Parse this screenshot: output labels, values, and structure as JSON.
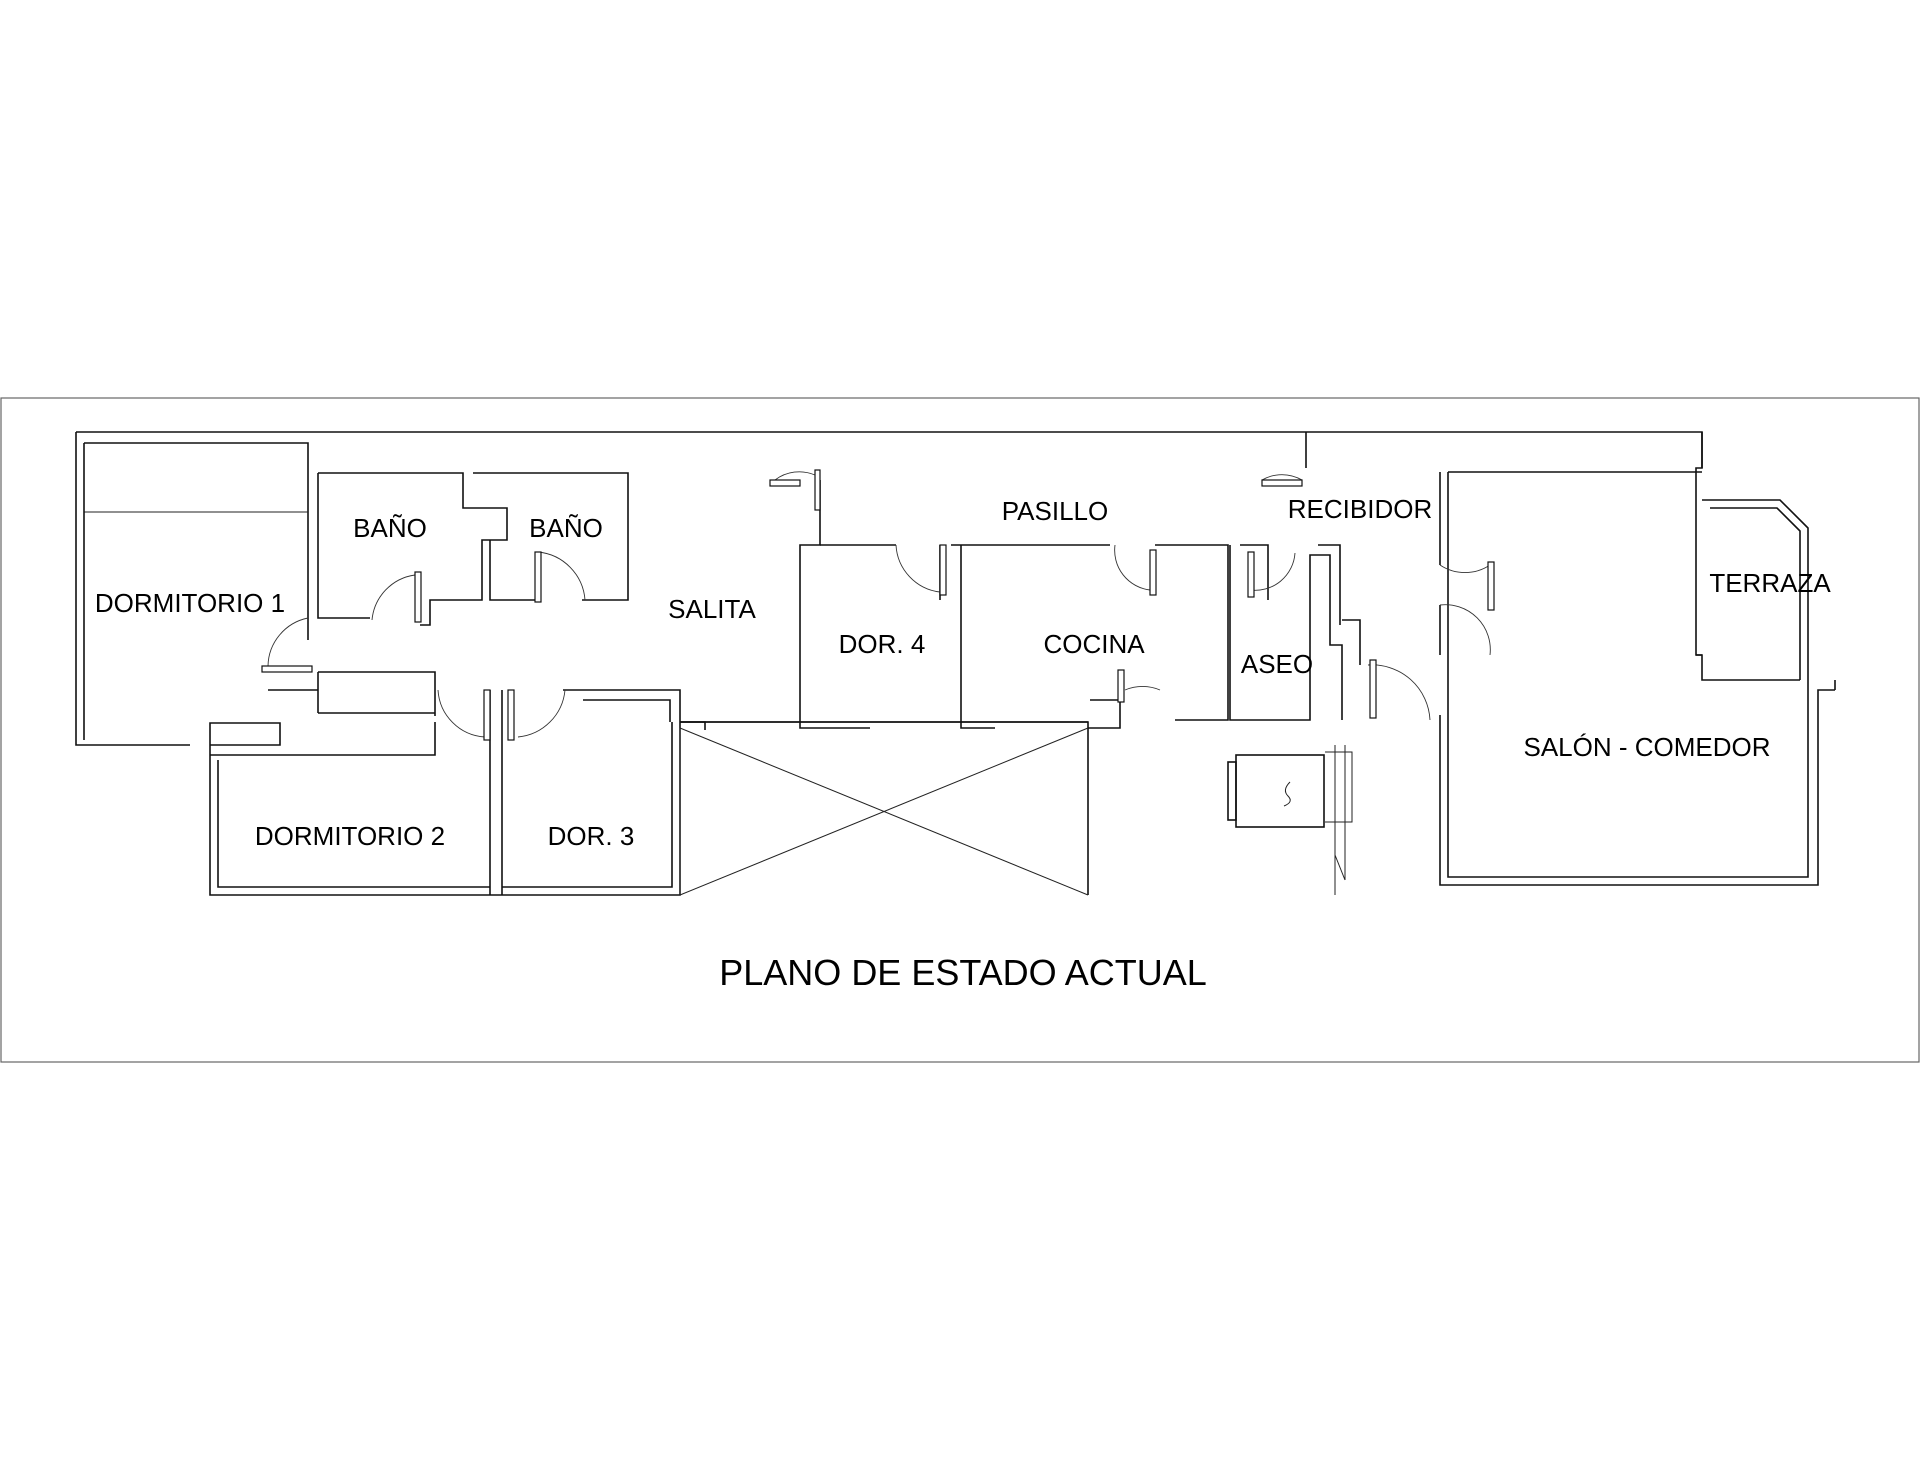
{
  "plan": {
    "title": "PLANO DE ESTADO ACTUAL",
    "rooms": {
      "dormitorio_1": "DORMITORIO 1",
      "bano_1": "BAÑO",
      "bano_2": "BAÑO",
      "salita": "SALITA",
      "pasillo": "PASILLO",
      "recibidor": "RECIBIDOR",
      "terraza": "TERRAZA",
      "dor_4": "DOR. 4",
      "cocina": "COCINA",
      "aseo": "ASEO",
      "salon_comedor": "SALÓN - COMEDOR",
      "dormitorio_2": "DORMITORIO 2",
      "dor_3": "DOR. 3"
    }
  },
  "colors": {
    "background": "#ffffff",
    "lines": "#111111",
    "frame": "#666666"
  }
}
